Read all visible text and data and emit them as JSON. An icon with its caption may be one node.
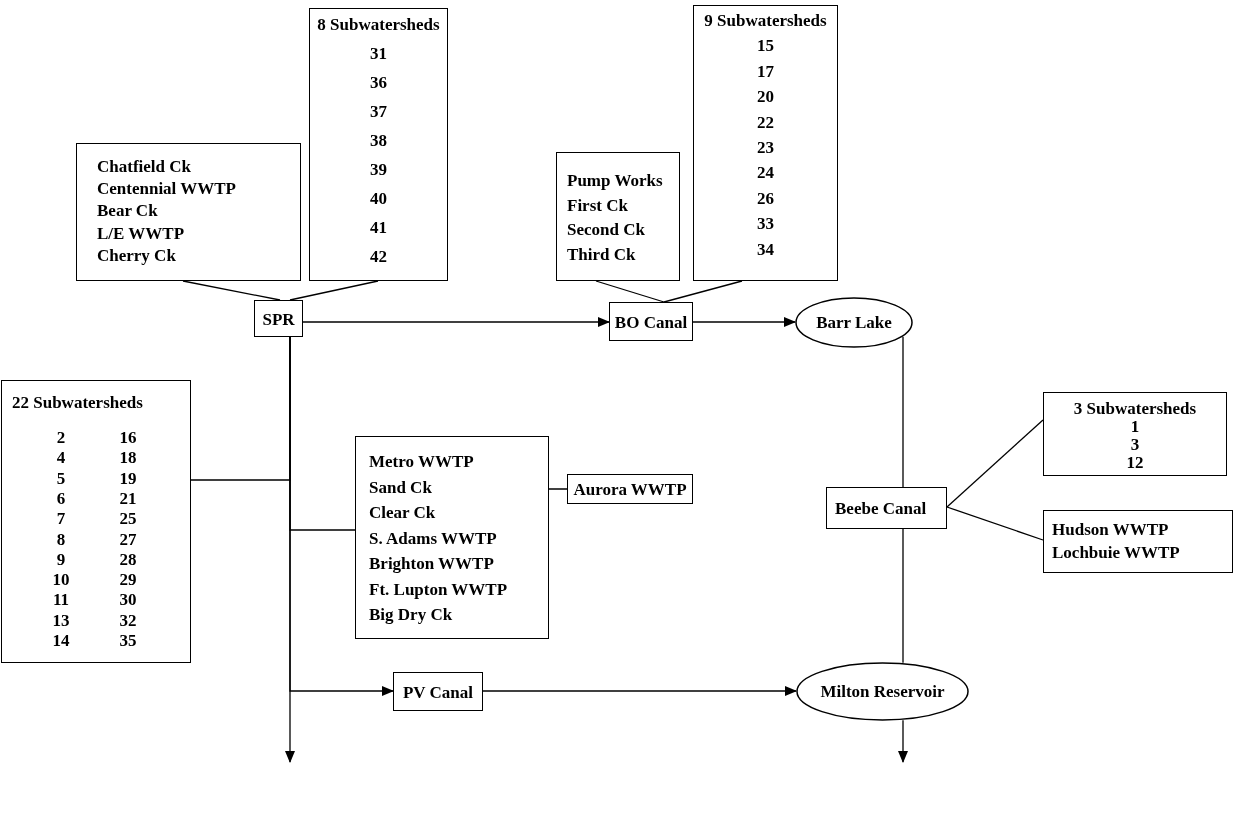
{
  "diagram": {
    "nodes": [
      {
        "text": [
          "Chatfield Ck",
          "Centennial WWTP",
          "Bear Ck",
          "L/E WWTP",
          "Cherry Ck"
        ]
      },
      {
        "text": [
          "8 Subwatersheds",
          "31",
          "36",
          "37",
          "38",
          "39",
          "40",
          "41",
          "42"
        ]
      },
      {
        "text": [
          "SPR"
        ]
      },
      {
        "text": [
          "22 Subwatersheds",
          "2",
          "16",
          "4",
          "18",
          "5",
          "19",
          "6",
          "21",
          "7",
          "25",
          "8",
          "27",
          "9",
          "28",
          "10",
          "29",
          "11",
          "30",
          "13",
          "32",
          "14",
          "35"
        ]
      },
      {
        "text": [
          "Metro WWTP",
          "Sand Ck",
          "Clear Ck",
          "S. Adams WWTP",
          "Brighton WWTP",
          "Ft. Lupton WWTP",
          "Big Dry Ck"
        ]
      },
      {
        "text": [
          "Aurora WWTP"
        ]
      },
      {
        "text": [
          "PV Canal"
        ]
      },
      {
        "text": [
          "Pump Works",
          "First Ck",
          "Second Ck",
          "Third Ck"
        ]
      },
      {
        "text": [
          "9 Subwatersheds",
          "15",
          "17",
          "20",
          "22",
          "23",
          "24",
          "26",
          "33",
          "34"
        ]
      },
      {
        "text": [
          "BO Canal"
        ]
      },
      {
        "text": [
          "Barr Lake"
        ]
      },
      {
        "text": [
          "Beebe Canal"
        ]
      },
      {
        "text": [
          "3 Subwatersheds",
          "1",
          "3",
          "12"
        ]
      },
      {
        "text": [
          "Hudson WWTP",
          "Lochbuie WWTP"
        ]
      },
      {
        "text": [
          "Milton Reservoir"
        ]
      }
    ],
    "edges": [
      {
        "from": 0,
        "to": 2,
        "arrow": "none"
      },
      {
        "from": 1,
        "to": 2,
        "arrow": "none"
      },
      {
        "from": 2,
        "to": 9,
        "arrow": "to"
      },
      {
        "from": 7,
        "to": 9,
        "arrow": "none"
      },
      {
        "from": 8,
        "to": 9,
        "arrow": "none"
      },
      {
        "from": 9,
        "to": 10,
        "arrow": "to"
      },
      {
        "from": 10,
        "to": 11,
        "arrow": "none"
      },
      {
        "from": 11,
        "to": 12,
        "arrow": "none"
      },
      {
        "from": 11,
        "to": 13,
        "arrow": "none"
      },
      {
        "from": 11,
        "to": 14,
        "arrow": "none"
      },
      {
        "from": 14,
        "to": null,
        "arrow": "to"
      },
      {
        "from": 2,
        "to": null,
        "arrow": "to"
      },
      {
        "from": 3,
        "to": 2,
        "arrow": "none"
      },
      {
        "from": 4,
        "to": 2,
        "arrow": "none"
      },
      {
        "from": 2,
        "to": 6,
        "arrow": "to"
      },
      {
        "from": 6,
        "to": 14,
        "arrow": "to"
      },
      {
        "from": 4,
        "to": 5,
        "arrow": "none"
      }
    ]
  }
}
